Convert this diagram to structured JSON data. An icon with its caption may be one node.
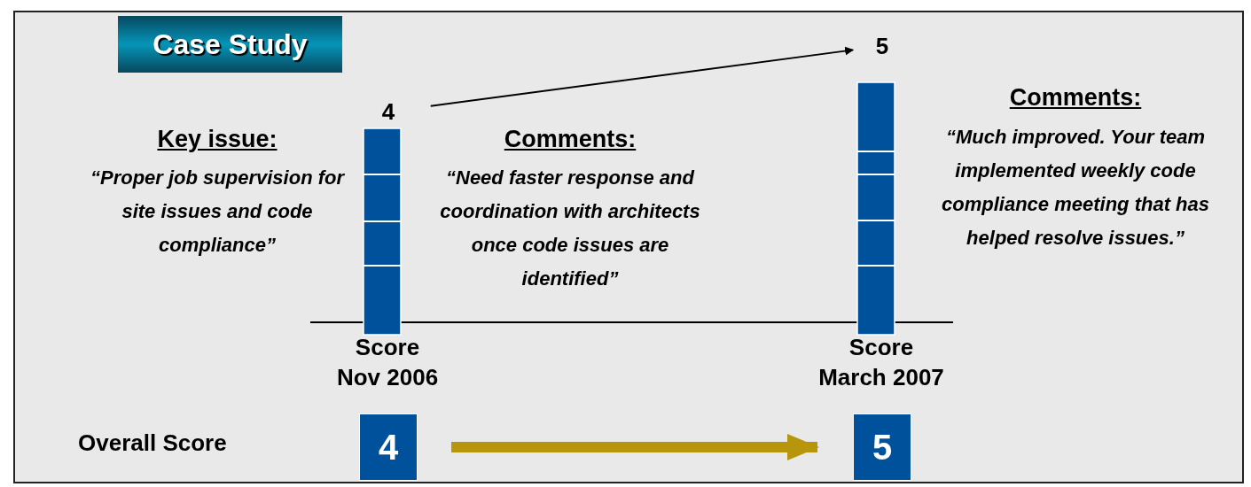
{
  "diagram": {
    "nodes": [
      {
        "text": [
          "Case Study"
        ]
      },
      {
        "text": [
          "4"
        ]
      },
      {
        "text": [
          "5"
        ]
      },
      {
        "text": [
          "4"
        ]
      },
      {
        "text": [
          "5"
        ]
      }
    ],
    "edges": [
      {
        "from": 1,
        "to": 2,
        "arrow": "to"
      },
      {
        "from": 3,
        "to": 4,
        "arrow": "to",
        "style": "thick",
        "color": "#b8960c"
      }
    ],
    "labels": [
      "Key issue:",
      "“Proper job supervision for site issues and code compliance”",
      "Comments:",
      "“Need faster response and coordination with architects once code issues are identified”",
      "Comments:",
      "“Much improved. Your team implemented weekly code compliance meeting that has helped resolve issues.”",
      "Score Nov 2006",
      "Score March 2007",
      "Overall Score"
    ]
  }
}
